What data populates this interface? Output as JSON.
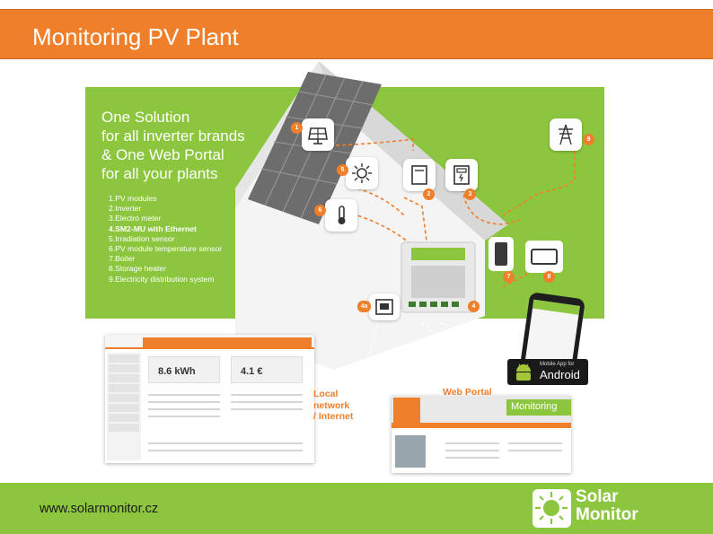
{
  "header": {
    "title": "Monitoring PV Plant"
  },
  "infographic": {
    "headline": [
      "One Solution",
      "for all inverter brands",
      "& One Web Portal",
      "for all your plants"
    ],
    "components": [
      {
        "label": "1.PV modules",
        "bold": false
      },
      {
        "label": "2.Inverter",
        "bold": false
      },
      {
        "label": "3.Electro meter",
        "bold": false
      },
      {
        "label": "4.SM2-MU with Ethernet",
        "bold": true
      },
      {
        "label": "5.Irradiation sensor",
        "bold": false
      },
      {
        "label": "6.PV module temperature sensor",
        "bold": false
      },
      {
        "label": "7.Boiler",
        "bold": false
      },
      {
        "label": "8.Storage heater",
        "bold": false
      },
      {
        "label": "9.Electricity distribution system",
        "bold": false
      }
    ],
    "badges": [
      "1",
      "2",
      "3",
      "4",
      "4a",
      "5",
      "6",
      "7",
      "8",
      "9"
    ],
    "local_network_label": [
      "Local",
      "network",
      "/ Internet"
    ],
    "web_portal_label": "Web Portal",
    "android_badge": {
      "small": "Mobile App for",
      "big": "Android"
    },
    "portal_left_kpis": {
      "energy": "8.6 kWh",
      "money": "4.1 €"
    },
    "portal_right_title": "Monitoring"
  },
  "footer": {
    "url": "www.solarmonitor.cz",
    "logo_line1": "Solar",
    "logo_line2": "Monitor"
  },
  "colors": {
    "accent_orange": "#f07f2b",
    "accent_green": "#8cc63f"
  }
}
